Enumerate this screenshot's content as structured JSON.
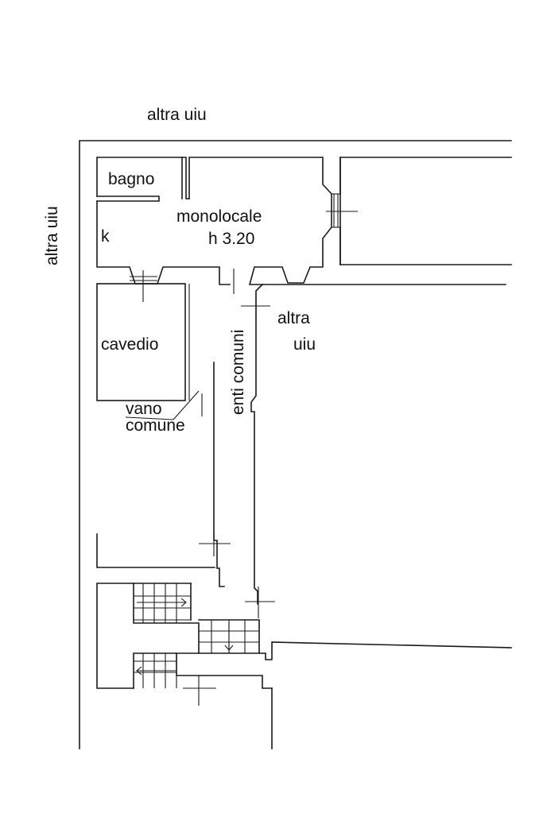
{
  "labels": {
    "top_neighbor": "altra uiu",
    "left_neighbor": "altra uiu",
    "bathroom": "bagno",
    "kitchen": "k",
    "studio": "monolocale",
    "height": "h 3.20",
    "light_well": "cavedio",
    "common_room_line1": "vano",
    "common_room_line2": "comune",
    "common_areas": "enti comuni",
    "right_neighbor_line1": "altra",
    "right_neighbor_line2": "uiu"
  },
  "colors": {
    "line": "#1a1a1a",
    "background": "#ffffff"
  }
}
